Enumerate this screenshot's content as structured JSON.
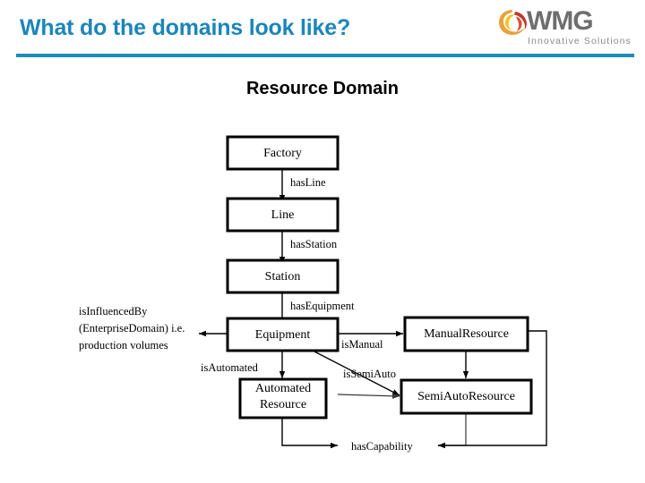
{
  "header": {
    "title": "What do the domains look like?",
    "rule_color": "#1a8cbf",
    "title_color": "#1b86b8"
  },
  "logo": {
    "wordmark": "WMG",
    "tagline": "Innovative Solutions",
    "mark_name": "wmg-swirl-icon",
    "wordmark_color": "#6e6e6e",
    "tagline_color": "#8a8a8a",
    "mark_colors": [
      "#e8a33d",
      "#d94f3d",
      "#c0392b",
      "#f0c419"
    ]
  },
  "section": {
    "heading": "Resource Domain"
  },
  "diagram": {
    "type": "flowchart",
    "nodes": [
      {
        "id": "factory",
        "label": "Factory",
        "lines": [
          "Factory"
        ]
      },
      {
        "id": "line",
        "label": "Line",
        "lines": [
          "Line"
        ]
      },
      {
        "id": "station",
        "label": "Station",
        "lines": [
          "Station"
        ]
      },
      {
        "id": "equipment",
        "label": "Equipment",
        "lines": [
          "Equipment"
        ]
      },
      {
        "id": "manual",
        "label": "ManualResource",
        "lines": [
          "ManualResource"
        ]
      },
      {
        "id": "automated",
        "label": "Automated Resource",
        "lines": [
          "Automated",
          "Resource"
        ]
      },
      {
        "id": "semiauto",
        "label": "SemiAutoResource",
        "lines": [
          "SemiAutoResource"
        ]
      }
    ],
    "edge_labels": [
      {
        "id": "haslinelbl",
        "text": "hasLine"
      },
      {
        "id": "hasstationlbl",
        "text": "hasStation"
      },
      {
        "id": "hasequipmentlbl",
        "text": "hasEquipment"
      },
      {
        "id": "ismanuallbl",
        "text": "isManual"
      },
      {
        "id": "isautomatedlbl",
        "text": "isAutomated"
      },
      {
        "id": "issemiautolbl",
        "text": "isSemiAuto"
      },
      {
        "id": "hascapabilitylbl",
        "text": "hasCapability"
      }
    ],
    "annotation": {
      "id": "isinfluencedby",
      "line1": "isInfluencedBy",
      "line2": "(EnterpriseDomain) i.e.",
      "line3": "production volumes"
    },
    "edges": [
      {
        "from": "factory",
        "to": "line",
        "label": "hasLine"
      },
      {
        "from": "line",
        "to": "station",
        "label": "hasStation"
      },
      {
        "from": "station",
        "to": "equipment",
        "label": "hasEquipment"
      },
      {
        "from": "equipment",
        "to": "manual",
        "label": "isManual"
      },
      {
        "from": "equipment",
        "to": "automated",
        "label": "isAutomated"
      },
      {
        "from": "equipment",
        "to": "semiauto",
        "label": "isSemiAuto"
      },
      {
        "from": "manual",
        "to": "semiauto",
        "label": ""
      },
      {
        "from": "automated",
        "to": "semiauto",
        "label": ""
      },
      {
        "from": "equipment",
        "to": "isinfluencedby",
        "label": "isInfluencedBy"
      },
      {
        "from": "automated",
        "to": "hascapabilitylbl",
        "label": "hasCapability"
      },
      {
        "from": "semiauto",
        "to": "hascapabilitylbl",
        "label": "hasCapability"
      },
      {
        "from": "manual",
        "to": "hascapabilitylbl",
        "label": "hasCapability"
      }
    ]
  }
}
